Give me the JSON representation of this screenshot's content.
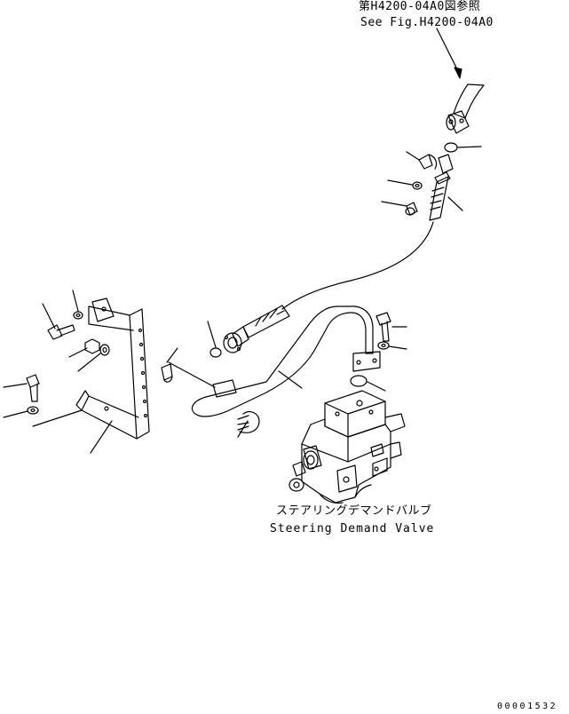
{
  "reference": {
    "japanese": "第H4200-04A0図参照",
    "english": "See Fig.H4200-04A0"
  },
  "valve": {
    "japanese": "ステアリングデマンドバルブ",
    "english": "Steering Demand Valve"
  },
  "drawing_code": "00001532"
}
